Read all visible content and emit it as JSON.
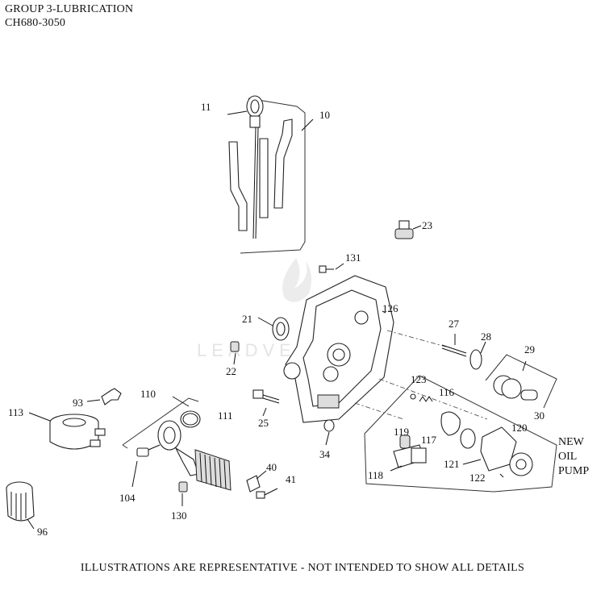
{
  "header": {
    "title": "GROUP 3-LUBRICATION",
    "model": "CH680-3050"
  },
  "footer": {
    "disclaimer": "ILLUSTRATIONS ARE REPRESENTATIVE - NOT INTENDED TO SHOW ALL DETAILS"
  },
  "watermark": {
    "text": "LEADVENTURE"
  },
  "note": {
    "line1": "NEW",
    "line2": "OIL",
    "line3": "PUMP"
  },
  "callouts": {
    "c10": "10",
    "c11": "11",
    "c21": "21",
    "c22": "22",
    "c23": "23",
    "c25": "25",
    "c27": "27",
    "c28": "28",
    "c29": "29",
    "c30": "30",
    "c34": "34",
    "c40": "40",
    "c41": "41",
    "c93": "93",
    "c96": "96",
    "c104": "104",
    "c110": "110",
    "c111": "111",
    "c113": "113",
    "c116": "116",
    "c117": "117",
    "c118": "118",
    "c119": "119",
    "c120": "120",
    "c121": "121",
    "c122": "122",
    "c123": "123",
    "c126": "126",
    "c130": "130",
    "c131": "131"
  }
}
